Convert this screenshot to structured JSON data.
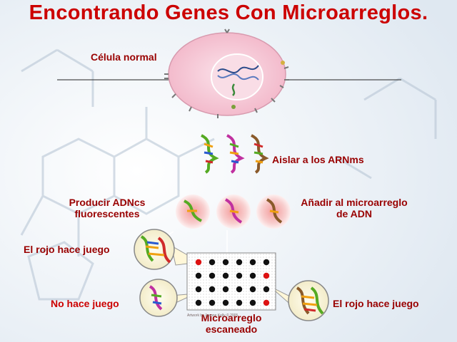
{
  "title": "Encontrando Genes Con Microarreglos.",
  "labels": {
    "normal_cell": "Célula normal",
    "isolate_mrna": "Aislar a los ARNms",
    "produce_cdna_line1": "Producir ADNcs",
    "produce_cdna_line2": "fluorescentes",
    "add_microarray_line1": "Añadir al microarreglo",
    "add_microarray_line2": "de ADN",
    "red_match_left": "El rojo hace juego",
    "no_match": "No hace juego",
    "red_match_right": "El rojo hace juego",
    "scanned_line1": "Microarreglo",
    "scanned_line2": "escaneado",
    "credit": "Artwork by Jeanne Kelly © 2005"
  },
  "colors": {
    "title": "#cc0000",
    "label_red": "#cc0000",
    "label_dark": "#990000",
    "cell_fill": "#f6c9d6",
    "nucleus_fill": "#f9dbe4",
    "dot_black": "#111111",
    "dot_red": "#dd1111"
  },
  "microarray": {
    "rows": 4,
    "cols": 6,
    "red_dots": [
      [
        0,
        0
      ],
      [
        1,
        5
      ],
      [
        3,
        5
      ]
    ]
  }
}
